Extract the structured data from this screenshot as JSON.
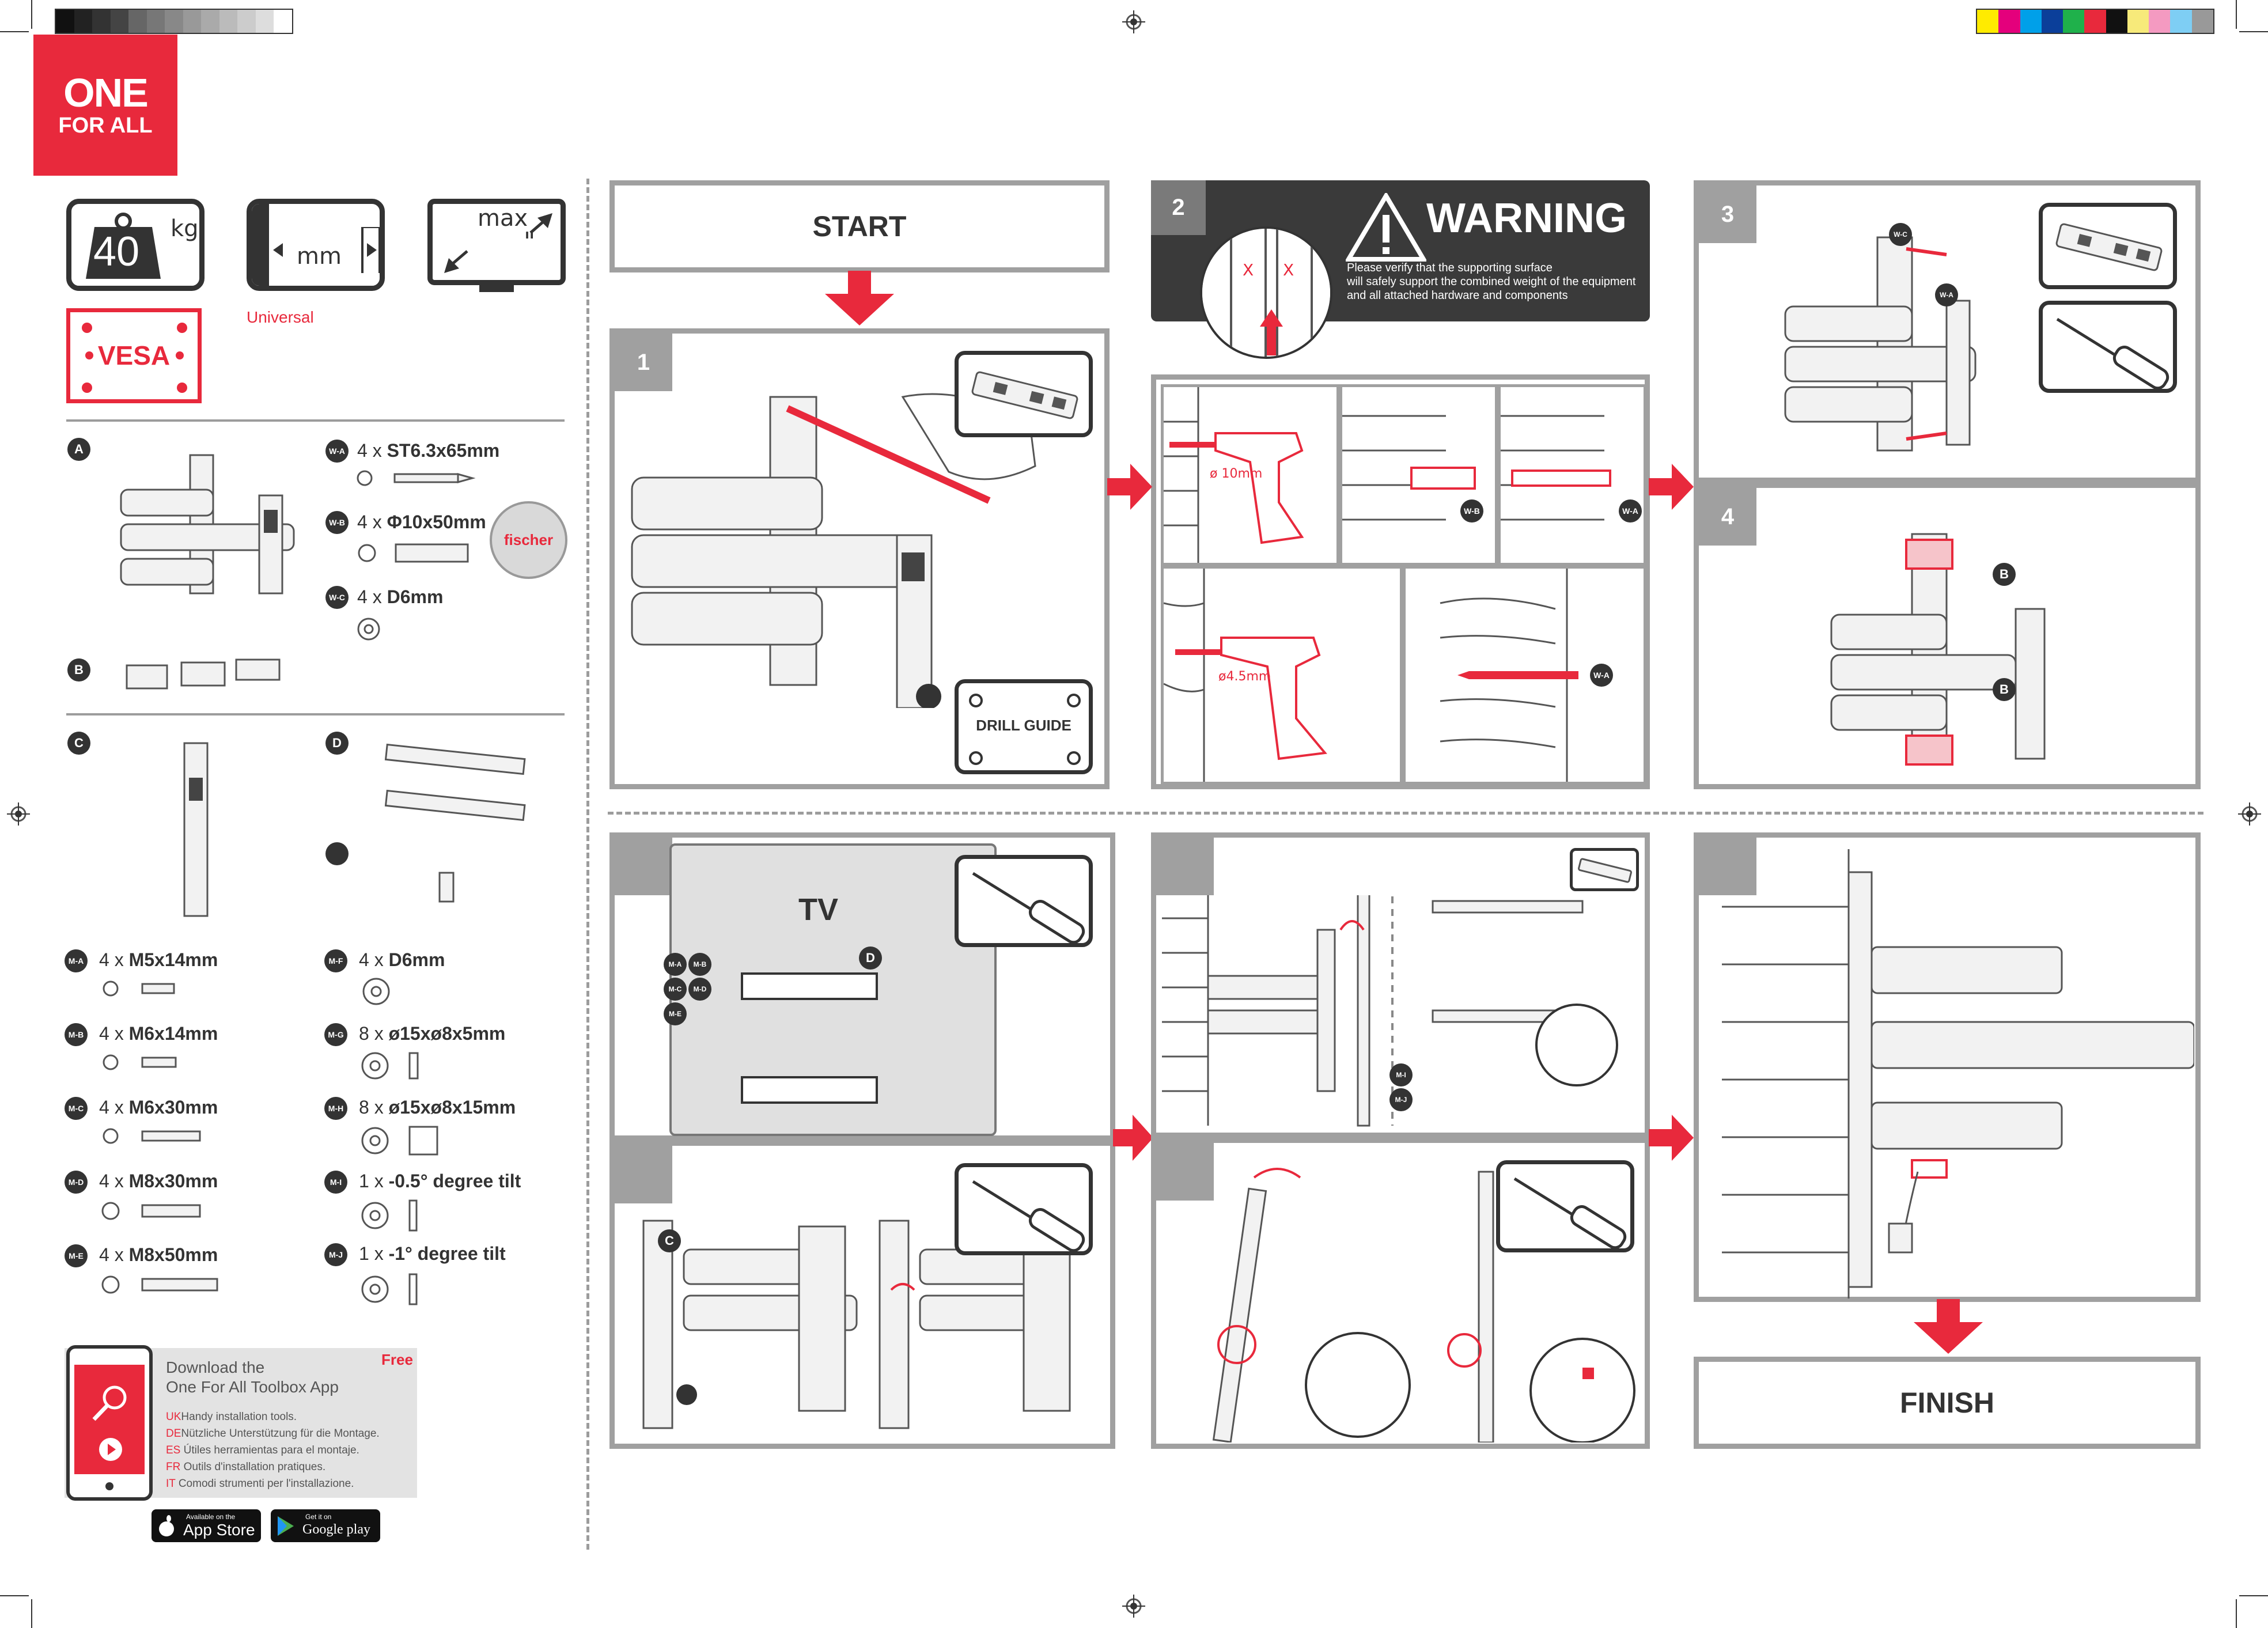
{
  "brand": {
    "line1": "ONE",
    "line2": "FOR ALL",
    "color": "#e8293c"
  },
  "specs": {
    "weight_value": "40",
    "weight_unit": "kg",
    "size_unit": "mm",
    "max_label": "max",
    "max_symbol": "\"",
    "vesa_label": "VESA",
    "universal_label": "Universal"
  },
  "parts": {
    "A": "A",
    "B": "B",
    "C": "C",
    "D": "D",
    "wall_hardware": [
      {
        "code": "W-A",
        "qty": "4 x",
        "spec": "ST6.3x65mm"
      },
      {
        "code": "W-B",
        "qty": "4 x",
        "spec": "Φ10x50mm"
      },
      {
        "code": "W-C",
        "qty": "4 x",
        "spec": "D6mm"
      }
    ],
    "fischer_label": "fischer",
    "monitor_hardware_left": [
      {
        "code": "M-A",
        "qty": "4 x",
        "spec": "M5x14mm"
      },
      {
        "code": "M-B",
        "qty": "4 x",
        "spec": "M6x14mm"
      },
      {
        "code": "M-C",
        "qty": "4 x",
        "spec": "M6x30mm"
      },
      {
        "code": "M-D",
        "qty": "4 x",
        "spec": "M8x30mm"
      },
      {
        "code": "M-E",
        "qty": "4 x",
        "spec": "M8x50mm"
      }
    ],
    "monitor_hardware_right": [
      {
        "code": "M-F",
        "qty": "4 x",
        "spec": "D6mm"
      },
      {
        "code": "M-G",
        "qty": "8 x",
        "spec": "ø15xø8x5mm"
      },
      {
        "code": "M-H",
        "qty": "8 x",
        "spec": "ø15xø8x15mm"
      },
      {
        "code": "M-I",
        "qty": "1 x",
        "spec": "-0.5° degree  tilt"
      },
      {
        "code": "M-J",
        "qty": "1 x",
        "spec": "-1° degree  tilt"
      }
    ]
  },
  "app": {
    "title_line1": "Download the",
    "title_line2": "One For All Toolbox App",
    "free": "Free",
    "langs": [
      {
        "code": "UK",
        "text": "Handy installation tools."
      },
      {
        "code": "DE",
        "text": "Nützliche Unterstützung für die Montage."
      },
      {
        "code": "ES",
        "text": "Útiles herramientas para el montaje."
      },
      {
        "code": "FR",
        "text": "Outils d'installation pratiques."
      },
      {
        "code": "IT",
        "text": " Comodi strumenti per l'installazione."
      }
    ],
    "appstore_small": "Available on the",
    "appstore_big": "App Store",
    "gplay_small": "Get it on",
    "gplay_big": "Google play"
  },
  "steps": {
    "start": "START",
    "finish": "FINISH",
    "n1": "1",
    "n2": "2",
    "n3": "3",
    "n4": "4",
    "drill_guide": "DRILL GUIDE",
    "warning_title": "WARNING",
    "warning_text_1": "Please verify that the supporting surface",
    "warning_text_2": "will safely support the combined weight of the equipment",
    "warning_text_3": "and all attached hardware and components",
    "drill_10": "ø 10mm",
    "drill_45": "ø4.5mm",
    "tv_label": "TV",
    "x_mark": "X"
  }
}
